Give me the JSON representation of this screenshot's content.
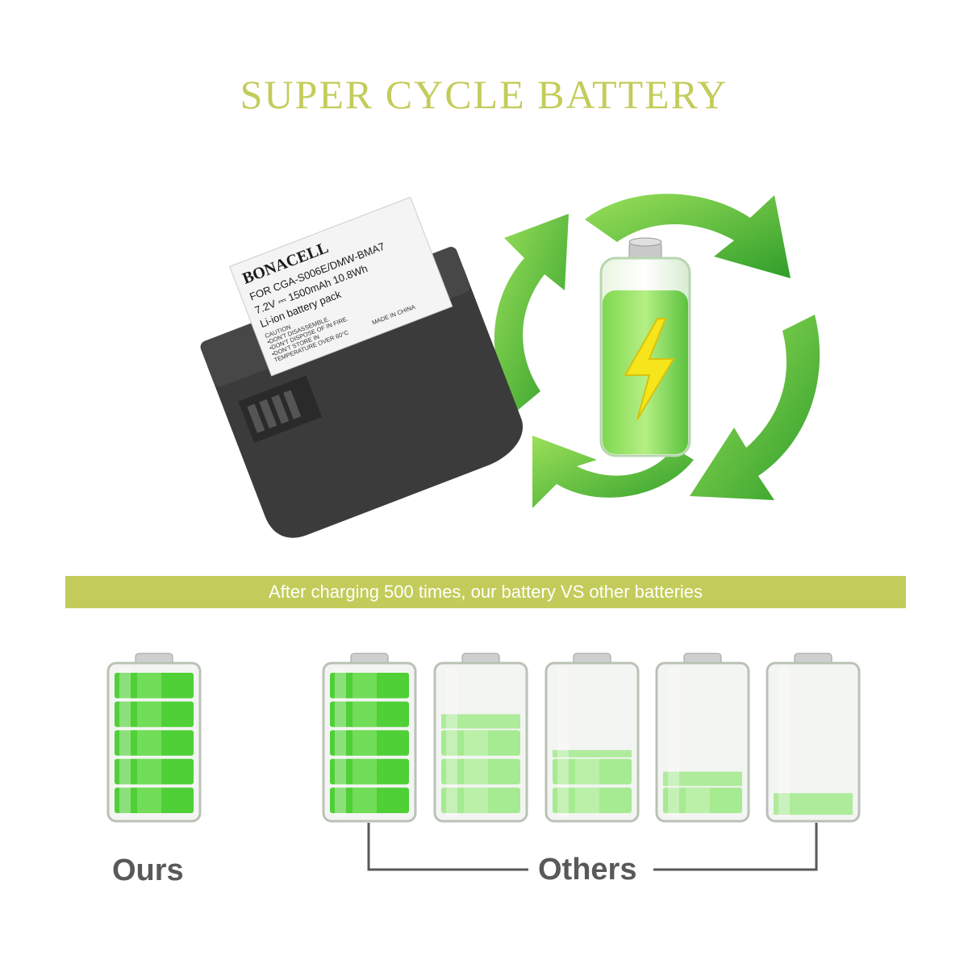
{
  "title": "SUPER CYCLE BATTERY",
  "product": {
    "brand": "BONACELL",
    "model_line": "FOR CGA-S006E/DMW-BMA7",
    "spec_line": "7.2V ⎓ 1500mAh 10.8Wh",
    "type_line": "Li-ion battery pack",
    "caution_lines": [
      "CAUTION",
      "•DON'T DISASSEMBLE.",
      "•DON'T DISPOSE OF IN FIRE.",
      "•DON'T STORE IN",
      "TEMPERATURE OVER 60°C",
      "MADE IN CHINA"
    ]
  },
  "banner_text": "After charging 500 times, our battery VS other batteries",
  "ours_label": "Ours",
  "others_label": "Others",
  "colors": {
    "accent": "#c3cc5a",
    "green": "#5fcf44",
    "label": "#595959"
  },
  "icons": [
    "recycle-arrows-icon",
    "battery-charge-icon",
    "lightning-bolt-icon"
  ],
  "comparison": {
    "ours_level": 1.0,
    "others_levels": [
      1.0,
      0.7,
      0.45,
      0.3,
      0.15
    ]
  }
}
